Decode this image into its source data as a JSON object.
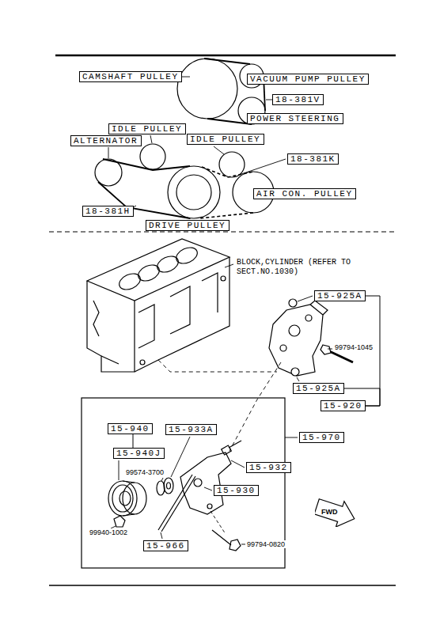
{
  "diagram": {
    "nodes": [
      {
        "text": [
          "CAMSHAFT PULLEY"
        ]
      },
      {
        "text": [
          "VACUUM PUMP PULLEY"
        ]
      },
      {
        "text": [
          "18-381V"
        ]
      },
      {
        "text": [
          "POWER STEERING"
        ]
      },
      {
        "text": [
          "IDLE PULLEY"
        ]
      },
      {
        "text": [
          "ALTERNATOR"
        ]
      },
      {
        "text": [
          "IDLE PULLEY"
        ]
      },
      {
        "text": [
          "18-381K"
        ]
      },
      {
        "text": [
          "AIR CON. PULLEY"
        ]
      },
      {
        "text": [
          "18-381H"
        ]
      },
      {
        "text": [
          "DRIVE PULLEY"
        ]
      },
      {
        "text": [
          "15-925A"
        ]
      },
      {
        "text": [
          "15-925A"
        ]
      },
      {
        "text": [
          "15-920"
        ]
      },
      {
        "text": [
          "15-970"
        ]
      },
      {
        "text": [
          "15-940"
        ]
      },
      {
        "text": [
          "15-933A"
        ]
      },
      {
        "text": [
          "15-940J"
        ]
      },
      {
        "text": [
          "15-932"
        ]
      },
      {
        "text": [
          "15-930"
        ]
      },
      {
        "text": [
          "15-966"
        ]
      },
      {
        "text": [
          "FWD"
        ]
      }
    ],
    "edges": [
      {
        "from": 11,
        "to": 13,
        "arrow": "none"
      },
      {
        "from": 12,
        "to": 13,
        "arrow": "none"
      },
      {
        "from": 15,
        "to": 17,
        "arrow": "none"
      }
    ],
    "labels": [
      "BLOCK,CYLINDER (REFER TO SECT.NO.1030)",
      "99794-1045",
      "99574-3700",
      "99940-1002",
      "99794-0820"
    ]
  }
}
